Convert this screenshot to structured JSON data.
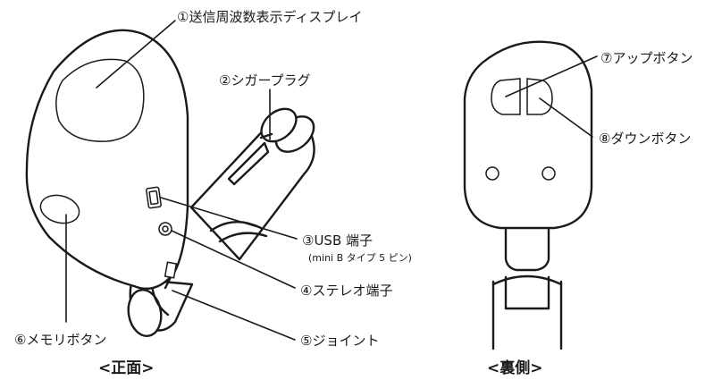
{
  "front": {
    "caption": "<正面>",
    "labels": {
      "display": "①送信周波数表示ディスプレイ",
      "cigar_plug": "②シガープラグ",
      "usb_port": "③USB 端子",
      "usb_port_note": "(mini B タイプ 5 ピン)",
      "stereo_port": "④ステレオ端子",
      "joint": "⑤ジョイント",
      "memory_button": "⑥メモリボタン"
    }
  },
  "back": {
    "caption": "<裏側>",
    "labels": {
      "up_button": "⑦アップボタン",
      "down_button": "⑧ダウンボタン"
    }
  }
}
